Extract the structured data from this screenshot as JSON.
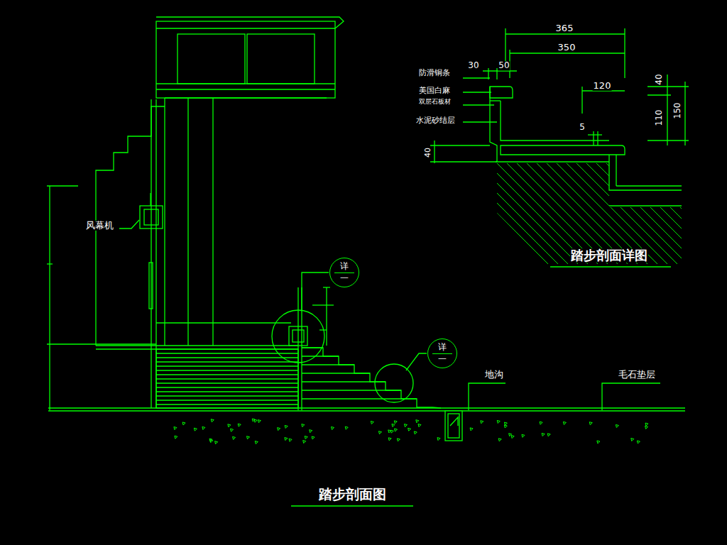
{
  "diagram": {
    "title": "踏步剖面图",
    "nodes": [
      {
        "text": [
          "详",
          "一"
        ]
      },
      {
        "text": [
          "详",
          "一"
        ]
      }
    ],
    "labels": [
      "365",
      "350",
      "30",
      "50",
      "防滑铜条",
      "美国白麻",
      "双层石板材",
      "水泥砂结层",
      "40",
      "120",
      "40",
      "110",
      "150",
      "5",
      "踏步剖面详图",
      "风幕机",
      "地沟",
      "毛石垫层"
    ]
  }
}
